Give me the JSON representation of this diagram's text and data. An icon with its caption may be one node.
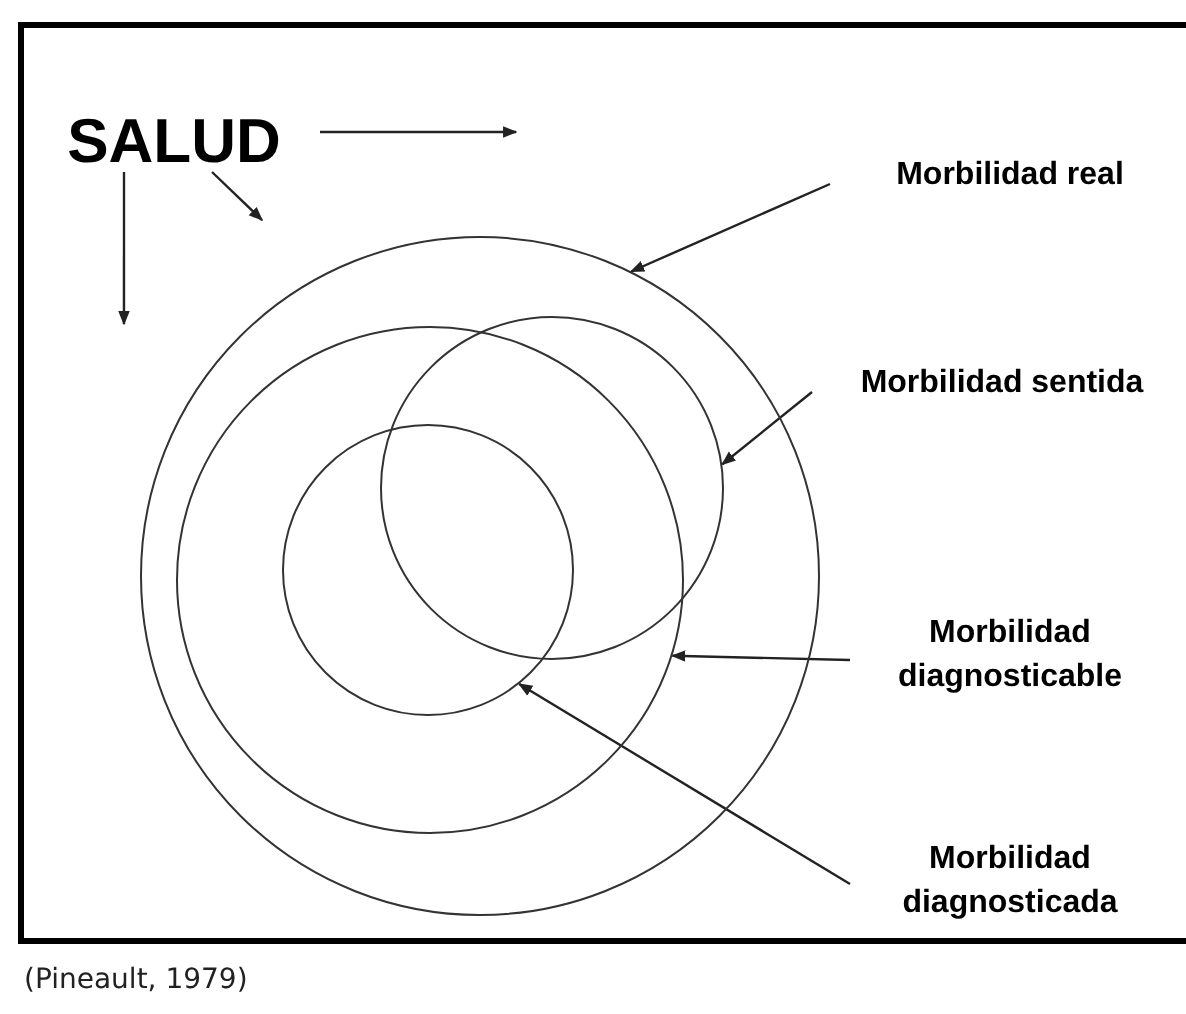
{
  "diagram": {
    "caption": "(Pineault, 1979)",
    "nodes": [
      {
        "text": [
          "SALUD"
        ]
      },
      {
        "text": [
          "Morbilidad real"
        ]
      },
      {
        "text": [
          "Morbilidad sentida"
        ]
      },
      {
        "text": [
          "Morbilidad diagnosticable"
        ]
      },
      {
        "text": [
          "Morbilidad diagnosticada"
        ]
      },
      {
        "text": [],
        "shape": "circle"
      },
      {
        "text": [],
        "shape": "circle",
        "in": 5
      },
      {
        "text": [],
        "shape": "circle",
        "in": 5
      },
      {
        "text": [],
        "shape": "circle",
        "in": 7
      }
    ],
    "edges": [
      {
        "from": 0,
        "to": null,
        "arrow": "to"
      },
      {
        "from": 0,
        "to": 5,
        "arrow": "to"
      },
      {
        "from": 0,
        "to": 5,
        "arrow": "to"
      },
      {
        "from": 1,
        "to": 5,
        "arrow": "to"
      },
      {
        "from": 2,
        "to": 6,
        "arrow": "to"
      },
      {
        "from": 3,
        "to": 7,
        "arrow": "to"
      },
      {
        "from": 4,
        "to": 8,
        "arrow": "to"
      }
    ]
  }
}
